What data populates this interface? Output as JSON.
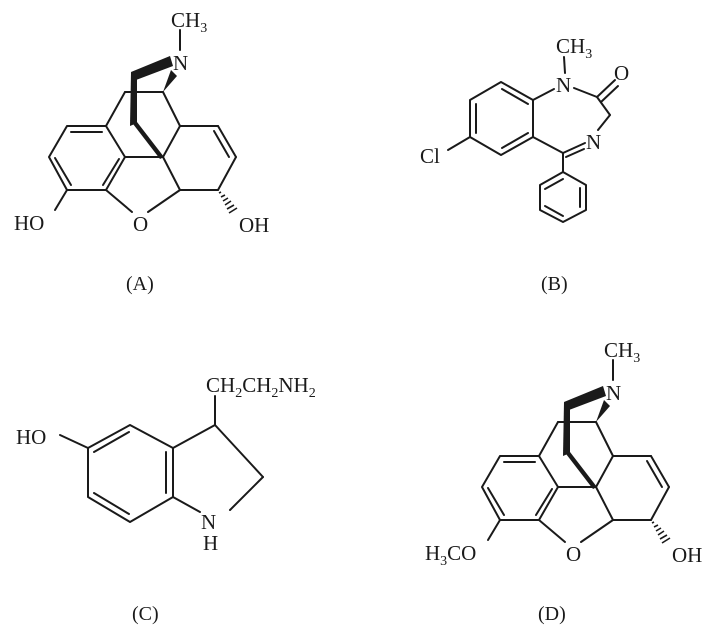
{
  "figure": {
    "panels": [
      {
        "label": "(A)",
        "name": "morphine"
      },
      {
        "label": "(B)",
        "name": "diazepam"
      },
      {
        "label": "(C)",
        "name": "serotonin"
      },
      {
        "label": "(D)",
        "name": "codeine"
      }
    ]
  },
  "atoms": {
    "ch3": [
      "CH",
      "3"
    ],
    "n": "N",
    "o": "O",
    "ho": "HO",
    "oh": "OH",
    "cl": "Cl",
    "h": "H",
    "h3co": [
      "H",
      "3",
      "CO"
    ],
    "side_chain": [
      "CH",
      "2",
      "CH",
      "2",
      "NH",
      "2"
    ]
  }
}
